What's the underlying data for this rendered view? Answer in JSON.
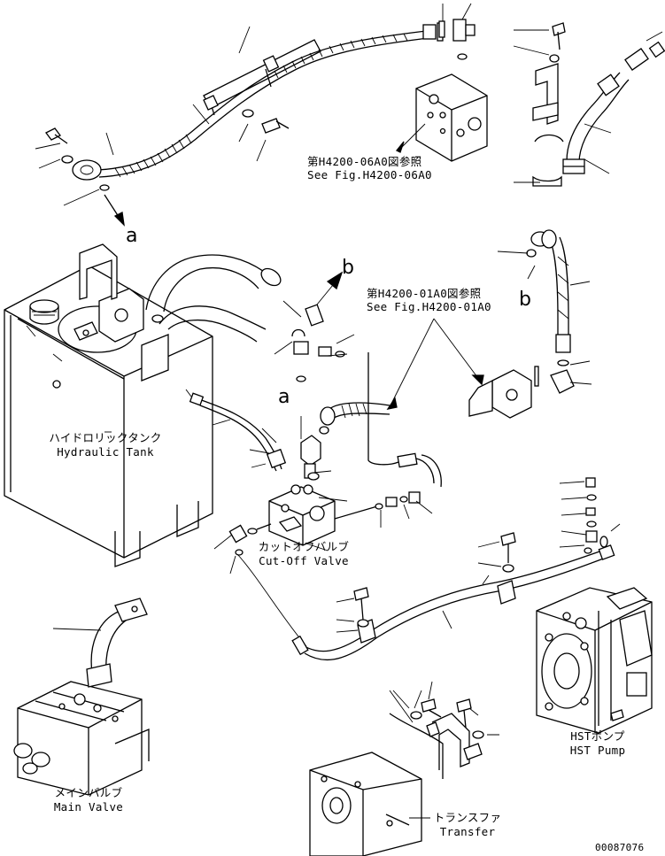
{
  "references": {
    "fig_0680_jp": "第H4200-06A0図参照",
    "fig_0680_en": "See Fig.H4200-06A0",
    "fig_01a0_jp": "第H4200-01A0図参照",
    "fig_01a0_en": "See Fig.H4200-01A0"
  },
  "components": {
    "hydraulic_tank_jp": "ハイドロリックタンク",
    "hydraulic_tank_en": "Hydraulic Tank",
    "cutoff_valve_jp": "カットオフバルブ",
    "cutoff_valve_en": "Cut-Off Valve",
    "main_valve_jp": "メインバルブ",
    "main_valve_en": "Main Valve",
    "hst_pump_jp": "HSTポンプ",
    "hst_pump_en": "HST Pump",
    "transfer_jp": "トランスファ",
    "transfer_en": "Transfer"
  },
  "connection_marks": {
    "a_top": "a",
    "a_mid": "a",
    "b_top": "b",
    "b_right": "b"
  },
  "drawing_number": "00087076"
}
